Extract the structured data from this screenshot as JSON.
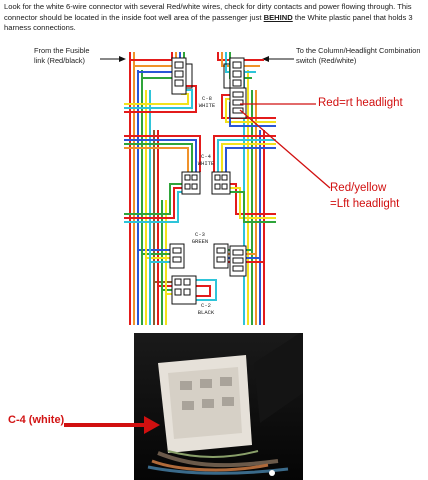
{
  "intro": {
    "part1": "Look for the white 6-wire connector with several Red/white wires, check for dirty contacts and power flowing through. This connector should be located in the inside foot well area of the passenger just ",
    "behind": "BEHIND",
    "part2": " the White plastic panel that holds 3 harness connections."
  },
  "notes": {
    "left": "From the Fusible link (Red/black)",
    "right": "To the Column/Headlight Combination switch (Red/white)"
  },
  "connectors": [
    {
      "code": "C-8",
      "color": "WHITE"
    },
    {
      "code": "C-4",
      "color": "WHITE"
    },
    {
      "code": "C-3",
      "color": "GREEN"
    },
    {
      "code": "C-2",
      "color": "BLACK"
    }
  ],
  "annotations": {
    "rt_headlight": "Red=rt headlight",
    "lft_line1": "Red/yellow",
    "lft_line2": "=Lft headlight",
    "photo_label": "C-4 (white)"
  },
  "colors": {
    "red": "#e31b1b",
    "yellow": "#f2e21c",
    "green": "#2fa43a",
    "blue": "#2a56d6",
    "cyan": "#2ec4d9",
    "orange": "#f0922a",
    "brown": "#8b5a2b",
    "annotation": "#d11010"
  }
}
